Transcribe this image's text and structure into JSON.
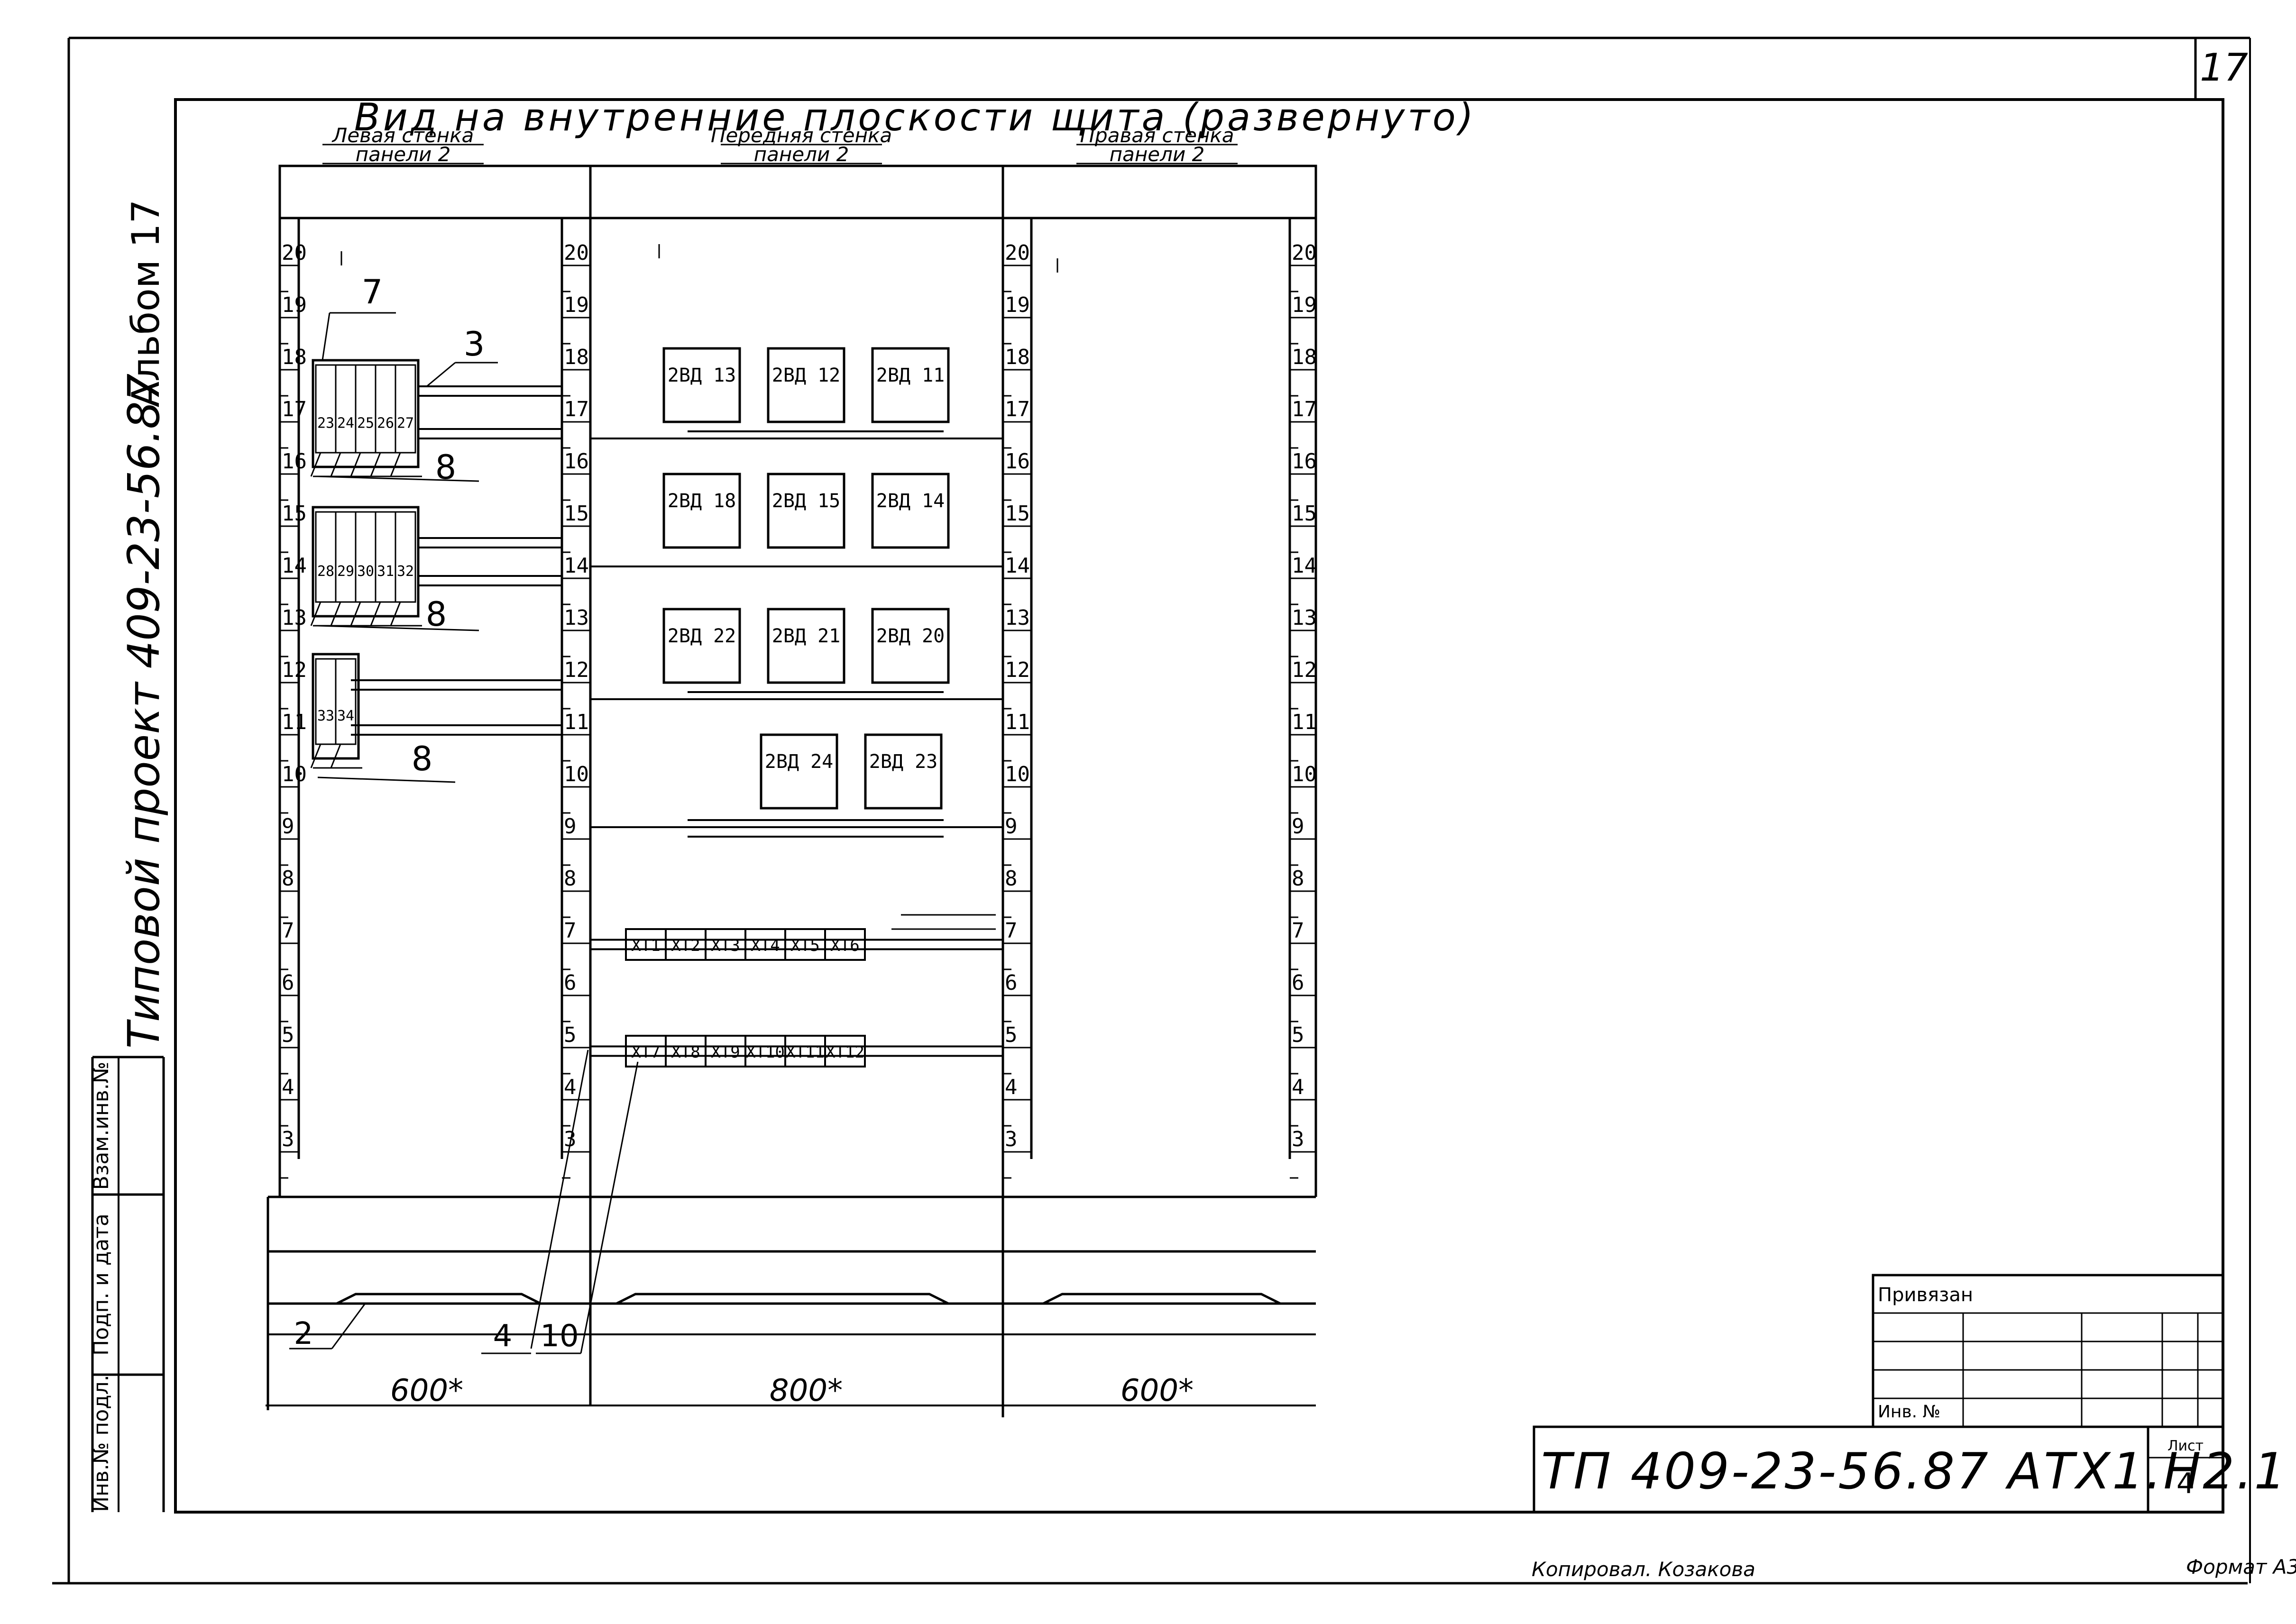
{
  "sheet_number": "17",
  "drawing_title": "Вид на внутренние плоскости щита (развернуто)",
  "panels": [
    {
      "label_line1": "Левая стенка",
      "label_line2": "панели 2",
      "width": "600*"
    },
    {
      "label_line1": "Передняя стенка",
      "label_line2": "панели 2",
      "width": "800*"
    },
    {
      "label_line1": "Правая стенка",
      "label_line2": "панели 2",
      "width": "600*"
    }
  ],
  "scale_ticks": [
    "20",
    "19",
    "18",
    "17",
    "16",
    "15",
    "14",
    "13",
    "12",
    "11",
    "10",
    "9",
    "8",
    "7",
    "6",
    "5",
    "4",
    "3"
  ],
  "left_terminal_groups": [
    {
      "numbers": [
        "23",
        "24",
        "25",
        "26",
        "27"
      ]
    },
    {
      "numbers": [
        "28",
        "29",
        "30",
        "31",
        "32"
      ]
    },
    {
      "numbers": [
        "33",
        "34"
      ]
    }
  ],
  "callouts": {
    "c7": "7",
    "c3": "3",
    "c8a": "8",
    "c8b": "8",
    "c8c": "8",
    "c2": "2",
    "c4": "4",
    "c10": "10"
  },
  "front_devices": [
    [
      "2ВД 13",
      "2ВД 12",
      "2ВД 11"
    ],
    [
      "2ВД 18",
      "2ВД 15",
      "2ВД 14"
    ],
    [
      "2ВД 22",
      "2ВД 21",
      "2ВД 20"
    ],
    [
      "2ВД 24",
      "2ВД 23"
    ]
  ],
  "terminal_rows": [
    [
      "ХТ1",
      "ХТ2",
      "ХТ3",
      "ХТ4",
      "ХТ5",
      "ХТ6"
    ],
    [
      "ХТ7",
      "ХТ8",
      "ХТ9",
      "ХТ10",
      "ХТ11",
      "ХТ12"
    ]
  ],
  "side_text": {
    "project": "Типовой проект 409-23-56.87",
    "album": "Альбом 17"
  },
  "stamp_side_cells": [
    "Взам.инв.№",
    "Подп. и дата",
    "Инв.№ подл."
  ],
  "title_block": {
    "privyazan": "Привязан",
    "inv_no": "Инв. №",
    "designation": "ТП 409-23-56.87  АТХ1.Н2.1",
    "list_label": "Лист",
    "list_number": "4"
  },
  "footer": {
    "copied": "Копировал. Козакова",
    "format": "Формат А3"
  }
}
